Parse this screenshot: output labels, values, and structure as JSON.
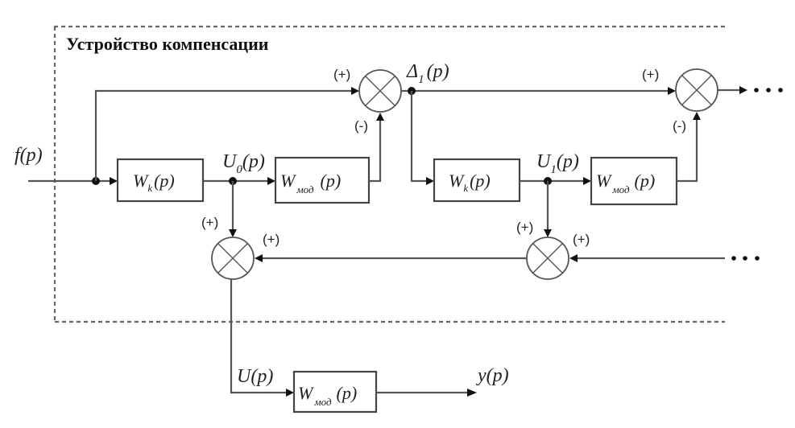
{
  "diagram": {
    "type": "block-diagram",
    "title": "Устройство компенсации",
    "signals": {
      "input": {
        "name": "f",
        "arg": "(p)"
      },
      "u0": {
        "name": "U",
        "sub": "0",
        "arg": "(p)"
      },
      "u1": {
        "name": "U",
        "sub": "1",
        "arg": "(p)"
      },
      "delta1": {
        "name": "Δ",
        "sub": "1",
        "arg": "(p)"
      },
      "u": {
        "name": "U",
        "arg": "(p)"
      },
      "output": {
        "name": "y",
        "arg": "(p)"
      }
    },
    "blocks": [
      {
        "id": "wk0",
        "name": "W",
        "sub": "k",
        "arg": "(p)"
      },
      {
        "id": "wmod0",
        "name": "W",
        "sub": "мод",
        "arg": "(p)"
      },
      {
        "id": "wk1",
        "name": "W",
        "sub": "k",
        "arg": "(p)"
      },
      {
        "id": "wmod1",
        "name": "W",
        "sub": "мод",
        "arg": "(p)"
      },
      {
        "id": "wmod_out",
        "name": "W",
        "sub": "мод",
        "arg": "(p)"
      }
    ],
    "summing_junctions": [
      {
        "id": "sum1",
        "inputs": [
          {
            "from": "f(p)",
            "sign": "(+)"
          },
          {
            "from": "Wмод0",
            "sign": "(-)"
          }
        ],
        "output": "Δ1(p)"
      },
      {
        "id": "sum2",
        "inputs": [
          {
            "from": "Δ1(p)",
            "sign": "(+)"
          },
          {
            "from": "Wмод1",
            "sign": "(-)"
          }
        ],
        "output": "…"
      },
      {
        "id": "sum3",
        "inputs": [
          {
            "from": "U0(p)",
            "sign": "(+)"
          },
          {
            "from": "sum4",
            "sign": "(+)"
          }
        ],
        "output": "U(p)"
      },
      {
        "id": "sum4",
        "inputs": [
          {
            "from": "U1(p)",
            "sign": "(+)"
          },
          {
            "from": "…",
            "sign": "(+)"
          }
        ],
        "output": "sum3"
      }
    ],
    "signs": {
      "plus": "(+)",
      "minus": "(-)"
    },
    "ellipsis": "• • •"
  }
}
